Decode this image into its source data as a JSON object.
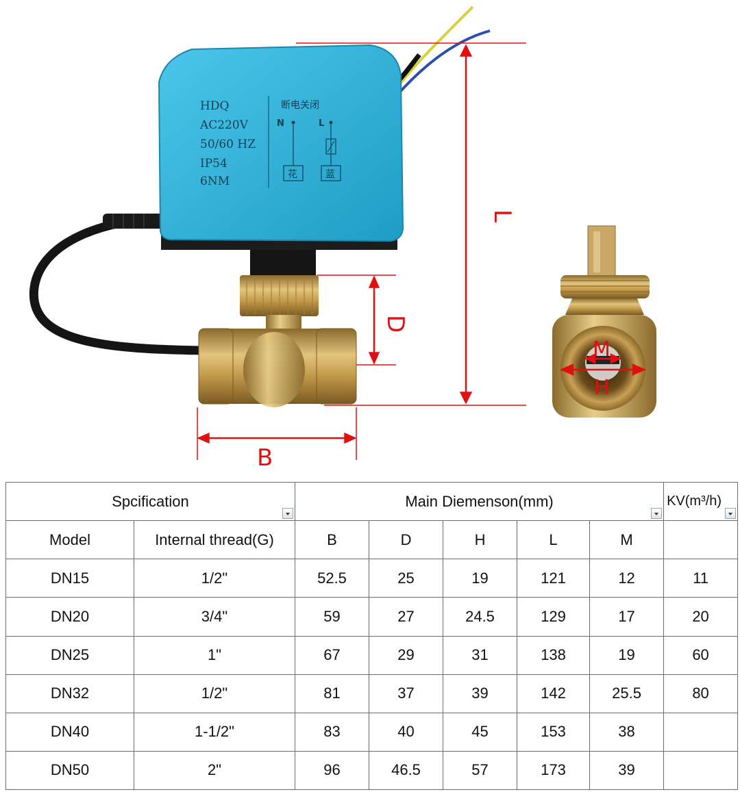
{
  "illustration": {
    "actuator_label": {
      "lines": [
        "HDQ",
        "AC220V",
        "50/60 HZ",
        "IP54",
        "6NM"
      ],
      "wiring_title": "断电关闭",
      "terminal_n": "N",
      "terminal_l": "L",
      "wire_n": "花",
      "wire_l": "蓝"
    },
    "dimensions": {
      "L": "L",
      "D": "D",
      "B": "B",
      "M": "M",
      "H": "H"
    },
    "colors": {
      "actuator": "#2eb3dc",
      "brass": "#c8a257",
      "dimension_line": "#e01010",
      "cable": "#151515"
    }
  },
  "table": {
    "group_headers": {
      "spec": "Spcification",
      "main": "Main Diemenson(mm)",
      "kv": "KV(m³/h)"
    },
    "columns": [
      "Model",
      "Internal thread(G)",
      "B",
      "D",
      "H",
      "L",
      "M",
      ""
    ],
    "rows": [
      [
        "DN15",
        "1/2\"",
        "52.5",
        "25",
        "19",
        "121",
        "12",
        "11"
      ],
      [
        "DN20",
        "3/4\"",
        "59",
        "27",
        "24.5",
        "129",
        "17",
        "20"
      ],
      [
        "DN25",
        "1\"",
        "67",
        "29",
        "31",
        "138",
        "19",
        "60"
      ],
      [
        "DN32",
        "1/2\"",
        "81",
        "37",
        "39",
        "142",
        "25.5",
        "80"
      ],
      [
        "DN40",
        "1-1/2\"",
        "83",
        "40",
        "45",
        "153",
        "38",
        ""
      ],
      [
        "DN50",
        "2\"",
        "96",
        "46.5",
        "57",
        "173",
        "39",
        ""
      ]
    ]
  }
}
